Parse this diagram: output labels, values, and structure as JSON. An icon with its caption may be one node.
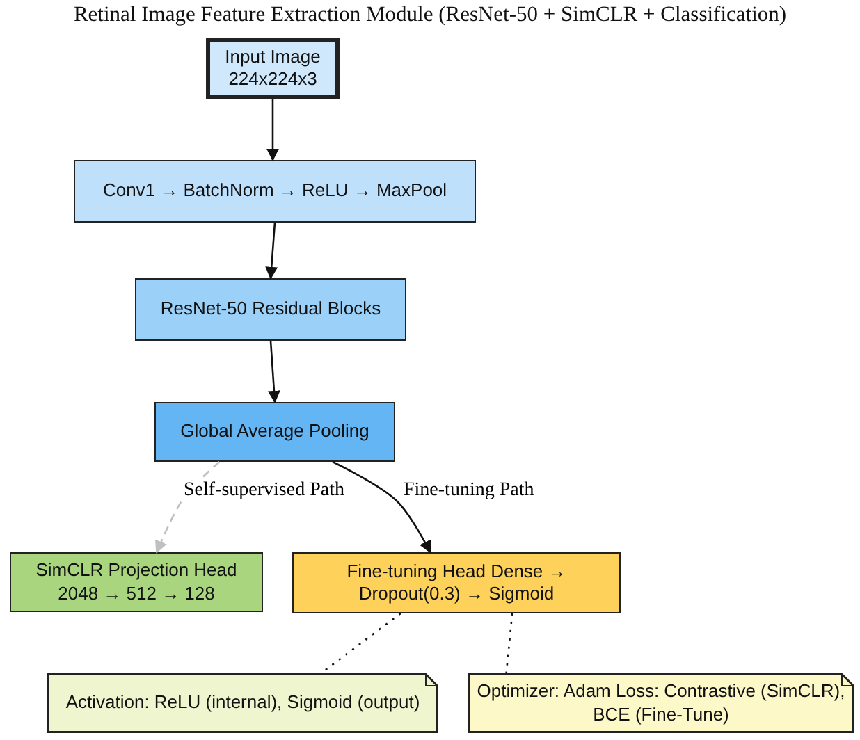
{
  "diagram": {
    "title": "Retinal Image Feature Extraction Module (ResNet-50 + SimCLR + Classification)",
    "nodes": [
      {
        "text": [
          "Input Image 224x224x3"
        ]
      },
      {
        "text": [
          "Conv1 → BatchNorm → ReLU → MaxPool"
        ]
      },
      {
        "text": [
          "ResNet-50 Residual Blocks"
        ]
      },
      {
        "text": [
          "Global Average Pooling"
        ]
      },
      {
        "text": [
          "SimCLR Projection Head 2048 → 512 → 128"
        ]
      },
      {
        "text": [
          "Fine-tuning Head Dense → Dropout(0.3) → Sigmoid"
        ]
      },
      {
        "text": [
          "Activation: ReLU (internal), Sigmoid (output)"
        ]
      },
      {
        "text": [
          "Optimizer: Adam Loss: Contrastive (SimCLR), BCE (Fine-Tune)"
        ]
      }
    ],
    "edges": [
      {
        "from": 0,
        "to": 1,
        "arrow": "to"
      },
      {
        "from": 1,
        "to": 2,
        "arrow": "to"
      },
      {
        "from": 2,
        "to": 3,
        "arrow": "to"
      },
      {
        "from": 3,
        "to": 4,
        "arrow": "to",
        "label": "Self-supervised Path",
        "style": "dashed",
        "color": "#c0c0c0"
      },
      {
        "from": 3,
        "to": 5,
        "arrow": "to",
        "label": "Fine-tuning Path"
      },
      {
        "from": 5,
        "to": 6,
        "arrow": "none",
        "style": "dashed"
      },
      {
        "from": 5,
        "to": 7,
        "arrow": "none",
        "style": "dashed"
      }
    ]
  }
}
